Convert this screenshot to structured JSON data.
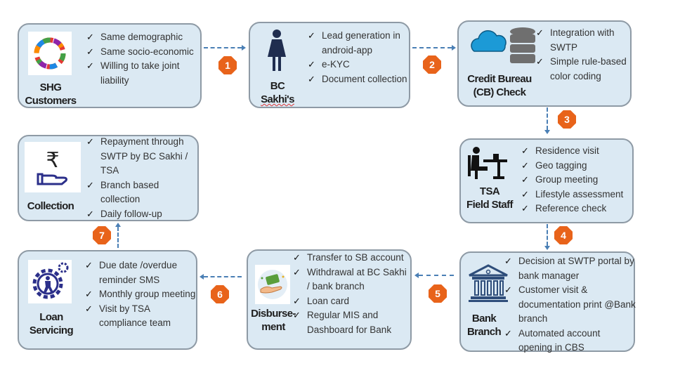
{
  "steps": [
    {
      "id": "shg",
      "title": [
        "SHG",
        "Customers"
      ],
      "icon": "people-circle-icon",
      "items": [
        "Same demographic",
        "Same socio-economic",
        "Willing to take joint liability"
      ]
    },
    {
      "id": "bc",
      "title": [
        "BC",
        "Sakhi's"
      ],
      "icon": "woman-icon",
      "items": [
        "Lead generation in android-app",
        "e-KYC",
        "Document collection"
      ]
    },
    {
      "id": "cb",
      "title": [
        "Credit Bureau",
        "(CB) Check"
      ],
      "icon": "cloud-database-icon",
      "items": [
        "Integration with SWTP",
        "Simple rule-based color coding"
      ]
    },
    {
      "id": "tsa",
      "title": [
        "TSA",
        "Field Staff"
      ],
      "icon": "desk-worker-icon",
      "items": [
        "Residence visit",
        "Geo tagging",
        "Group meeting",
        "Lifestyle assessment",
        "Reference check"
      ]
    },
    {
      "id": "bank",
      "title": [
        "Bank",
        "Branch"
      ],
      "icon": "bank-building-icon",
      "items": [
        "Decision at SWTP portal by bank manager",
        "Customer visit & documentation print @Bank branch",
        "Automated account opening in CBS"
      ]
    },
    {
      "id": "disb",
      "title": [
        "Disburse-",
        "ment"
      ],
      "icon": "money-hand-icon",
      "items": [
        "Transfer to SB account",
        "Withdrawal at BC Sakhi / bank branch",
        "Loan card",
        "Regular MIS and Dashboard for Bank"
      ]
    },
    {
      "id": "loan",
      "title": [
        "Loan",
        "Servicing"
      ],
      "icon": "gear-person-icon",
      "items": [
        "Due date /overdue reminder SMS",
        "Monthly group meeting",
        "Visit by TSA compliance team"
      ]
    },
    {
      "id": "coll",
      "title": [
        "Collection"
      ],
      "icon": "rupee-hand-icon",
      "items": [
        "Repayment through SWTP by BC Sakhi / TSA",
        "Branch based collection",
        "Daily follow-up"
      ]
    }
  ],
  "badges": [
    "1",
    "2",
    "3",
    "4",
    "5",
    "6",
    "7"
  ],
  "check_glyph": "✓",
  "colors": {
    "box_fill": "#dbe9f3",
    "box_border": "#8e9aa5",
    "badge": "#e8631a",
    "arrow": "#4a7fb5"
  }
}
